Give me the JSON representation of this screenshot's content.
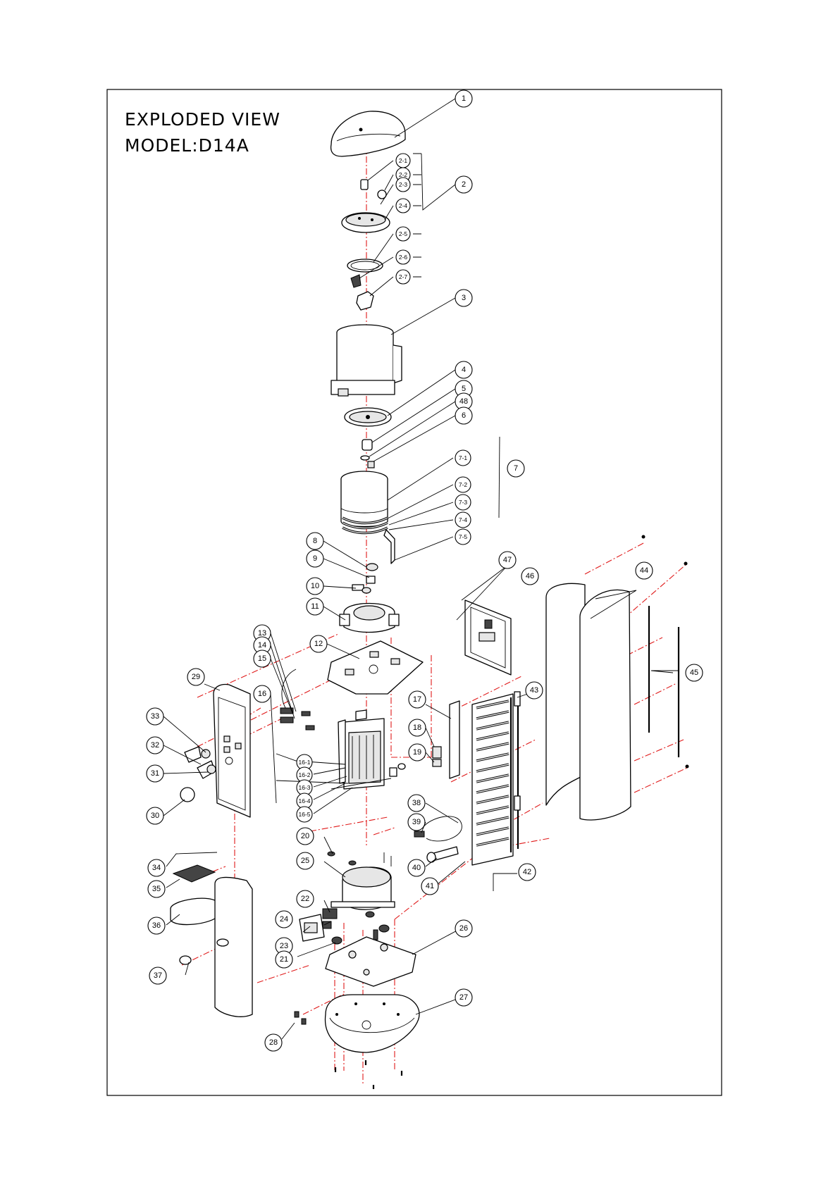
{
  "document": {
    "title": "EXPLODED VIEW",
    "model": "MODEL:D14A"
  },
  "callouts": {
    "c1": "1",
    "c2": "2",
    "c3": "3",
    "c4": "4",
    "c5": "5",
    "c6": "6",
    "c7": "7",
    "c8": "8",
    "c9": "9",
    "c10": "10",
    "c11": "11",
    "c12": "12",
    "c13": "13",
    "c14": "14",
    "c15": "15",
    "c16": "16",
    "c17": "17",
    "c18": "18",
    "c19": "19",
    "c20": "20",
    "c21": "21",
    "c22": "22",
    "c23": "23",
    "c24": "24",
    "c25": "25",
    "c26": "26",
    "c27": "27",
    "c28": "28",
    "c29": "29",
    "c30": "30",
    "c31": "31",
    "c32": "32",
    "c33": "33",
    "c34": "34",
    "c35": "35",
    "c36": "36",
    "c37": "37",
    "c38": "38",
    "c39": "39",
    "c40": "40",
    "c41": "41",
    "c42": "42",
    "c43": "43",
    "c44": "44",
    "c45": "45",
    "c46": "46",
    "c47": "47",
    "c48": "48",
    "c2_1": "2-1",
    "c2_2": "2-2",
    "c2_3": "2-3",
    "c2_4": "2-4",
    "c2_5": "2-5",
    "c2_6": "2-6",
    "c2_7": "2-7",
    "c7_1": "7-1",
    "c7_2": "7-2",
    "c7_3": "7-3",
    "c7_4": "7-4",
    "c7_5": "7-5",
    "c16_1": "16-1",
    "c16_2": "16-2",
    "c16_3": "16-3",
    "c16_4": "16-4",
    "c16_5": "16-5"
  },
  "colors": {
    "line": "#000000",
    "center_axis": "#e01a1a",
    "background": "#ffffff"
  }
}
